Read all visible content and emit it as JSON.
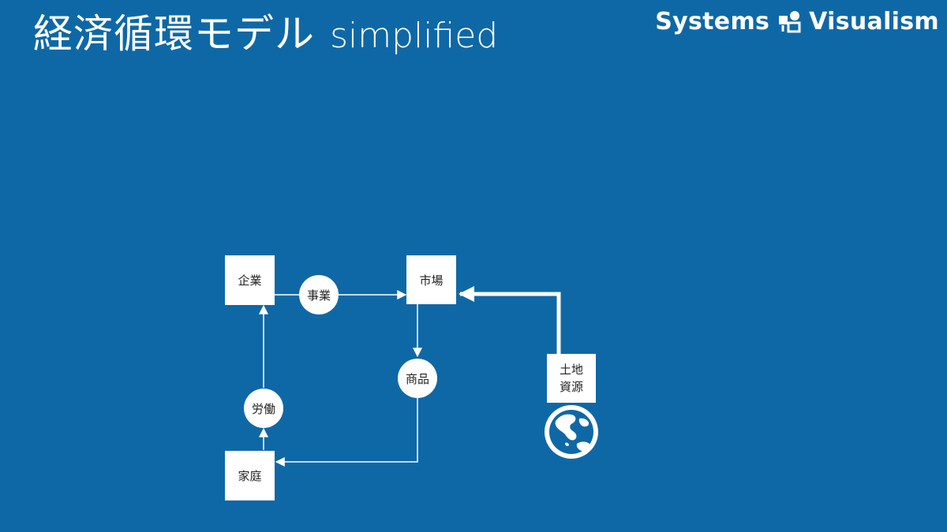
{
  "header": {
    "title_jp": "経済循環モデル",
    "title_en": "simplified"
  },
  "brand": {
    "left_text": "Systems",
    "right_text": "Visualism",
    "logo_icon": "systems-visualism-logo-icon"
  },
  "diagram": {
    "nodes": {
      "company": "企業",
      "market": "市場",
      "household": "家庭",
      "land_resources_line1": "土地",
      "land_resources_line2": "資源"
    },
    "flows": {
      "business": "事業",
      "goods": "商品",
      "labor": "労働"
    },
    "icons": {
      "globe": "globe-icon"
    },
    "colors": {
      "background": "#0f68a6",
      "foreground": "#ffffff",
      "text": "#222222"
    }
  }
}
